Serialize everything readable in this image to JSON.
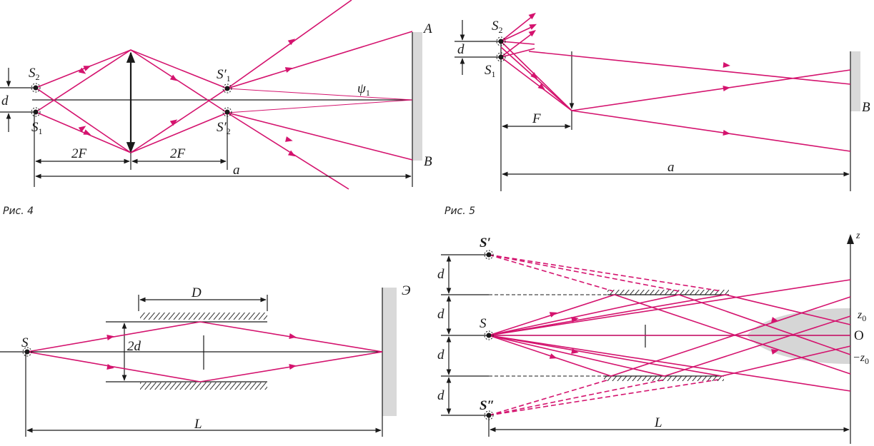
{
  "fig4": {
    "caption": "Рис. 4",
    "S2": "S",
    "S2_sub": "2",
    "S1": "S",
    "S1_sub": "1",
    "S1p": "S′",
    "S1p_sub": "1",
    "S2p": "S′",
    "S2p_sub": "2",
    "d": "d",
    "two_F_left": "2F",
    "two_F_right": "2F",
    "a": "a",
    "psi": "ψ",
    "psi_sub": "1",
    "A": "A",
    "B": "B"
  },
  "fig5": {
    "caption": "Рис. 5",
    "S2": "S",
    "S2_sub": "2",
    "S1": "S",
    "S1_sub": "1",
    "d": "d",
    "F": "F",
    "a": "a",
    "B": "B"
  },
  "fig6": {
    "S": "S",
    "D": "D",
    "two_d": "2d",
    "L": "L",
    "E": "Э"
  },
  "fig7": {
    "Sp": "S′",
    "S": "S",
    "Spp": "S″",
    "d1": "d",
    "d2": "d",
    "d3": "d",
    "d4": "d",
    "L": "L",
    "O": "O",
    "z": "z",
    "z0": "z",
    "z0_sub": "0",
    "mz0": "−z",
    "mz0_sub": "0"
  },
  "colors": {
    "ray": "#d4136e",
    "ink": "#1a1a1a",
    "screen": "#d9d9d9"
  }
}
